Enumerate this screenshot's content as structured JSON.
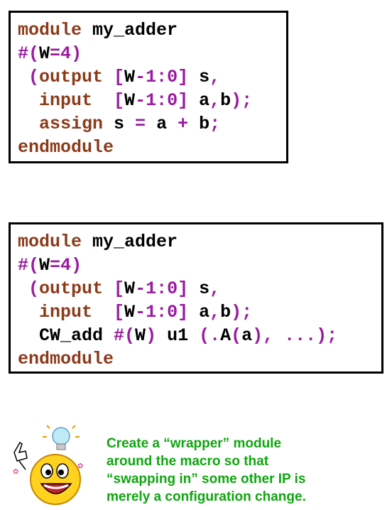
{
  "code_block_1": {
    "lines": [
      [
        {
          "t": "module",
          "c": "kw"
        },
        {
          "t": " my_adder",
          "c": "ident"
        }
      ],
      [
        {
          "t": "#(",
          "c": "sym"
        },
        {
          "t": "W",
          "c": "ident"
        },
        {
          "t": "=",
          "c": "sym"
        },
        {
          "t": "4",
          "c": "num"
        },
        {
          "t": ")",
          "c": "sym"
        }
      ],
      [
        {
          "t": " (",
          "c": "sym"
        },
        {
          "t": "output",
          "c": "kw"
        },
        {
          "t": " [",
          "c": "sym"
        },
        {
          "t": "W",
          "c": "ident"
        },
        {
          "t": "-1:0",
          "c": "sym"
        },
        {
          "t": "]",
          "c": "sym"
        },
        {
          "t": " s",
          "c": "ident"
        },
        {
          "t": ",",
          "c": "sym"
        }
      ],
      [
        {
          "t": "  input",
          "c": "kw"
        },
        {
          "t": "  [",
          "c": "sym"
        },
        {
          "t": "W",
          "c": "ident"
        },
        {
          "t": "-1:0",
          "c": "sym"
        },
        {
          "t": "]",
          "c": "sym"
        },
        {
          "t": " a",
          "c": "ident"
        },
        {
          "t": ",",
          "c": "sym"
        },
        {
          "t": "b",
          "c": "ident"
        },
        {
          "t": ");",
          "c": "sym"
        }
      ],
      [
        {
          "t": "  assign",
          "c": "kw"
        },
        {
          "t": " s ",
          "c": "ident"
        },
        {
          "t": "=",
          "c": "sym"
        },
        {
          "t": " a ",
          "c": "ident"
        },
        {
          "t": "+",
          "c": "sym"
        },
        {
          "t": " b",
          "c": "ident"
        },
        {
          "t": ";",
          "c": "sym"
        }
      ],
      [
        {
          "t": "endmodule",
          "c": "kw"
        }
      ]
    ]
  },
  "code_block_2": {
    "lines": [
      [
        {
          "t": "module",
          "c": "kw"
        },
        {
          "t": " my_adder",
          "c": "ident"
        }
      ],
      [
        {
          "t": "#(",
          "c": "sym"
        },
        {
          "t": "W",
          "c": "ident"
        },
        {
          "t": "=",
          "c": "sym"
        },
        {
          "t": "4",
          "c": "num"
        },
        {
          "t": ")",
          "c": "sym"
        }
      ],
      [
        {
          "t": " (",
          "c": "sym"
        },
        {
          "t": "output",
          "c": "kw"
        },
        {
          "t": " [",
          "c": "sym"
        },
        {
          "t": "W",
          "c": "ident"
        },
        {
          "t": "-1:0",
          "c": "sym"
        },
        {
          "t": "]",
          "c": "sym"
        },
        {
          "t": " s",
          "c": "ident"
        },
        {
          "t": ",",
          "c": "sym"
        }
      ],
      [
        {
          "t": "  input",
          "c": "kw"
        },
        {
          "t": "  [",
          "c": "sym"
        },
        {
          "t": "W",
          "c": "ident"
        },
        {
          "t": "-1:0",
          "c": "sym"
        },
        {
          "t": "]",
          "c": "sym"
        },
        {
          "t": " a",
          "c": "ident"
        },
        {
          "t": ",",
          "c": "sym"
        },
        {
          "t": "b",
          "c": "ident"
        },
        {
          "t": ");",
          "c": "sym"
        }
      ],
      [
        {
          "t": "  CW_add ",
          "c": "ident"
        },
        {
          "t": "#(",
          "c": "sym"
        },
        {
          "t": "W",
          "c": "ident"
        },
        {
          "t": ")",
          "c": "sym"
        },
        {
          "t": " u1 ",
          "c": "ident"
        },
        {
          "t": "(.",
          "c": "sym"
        },
        {
          "t": "A",
          "c": "ident"
        },
        {
          "t": "(",
          "c": "sym"
        },
        {
          "t": "a",
          "c": "ident"
        },
        {
          "t": "), ...);",
          "c": "sym"
        }
      ],
      [
        {
          "t": "endmodule",
          "c": "kw"
        }
      ]
    ]
  },
  "note": {
    "lines": [
      "Create a “wrapper” module",
      "around the macro so that",
      "“swapping in” some other IP is",
      "merely a configuration change."
    ]
  },
  "mascot": {
    "icon": "smiley-lightbulb-icon"
  },
  "colors": {
    "keyword": "#8b3a1a",
    "symbol": "#9a1aa0",
    "note": "#0fa60f"
  }
}
